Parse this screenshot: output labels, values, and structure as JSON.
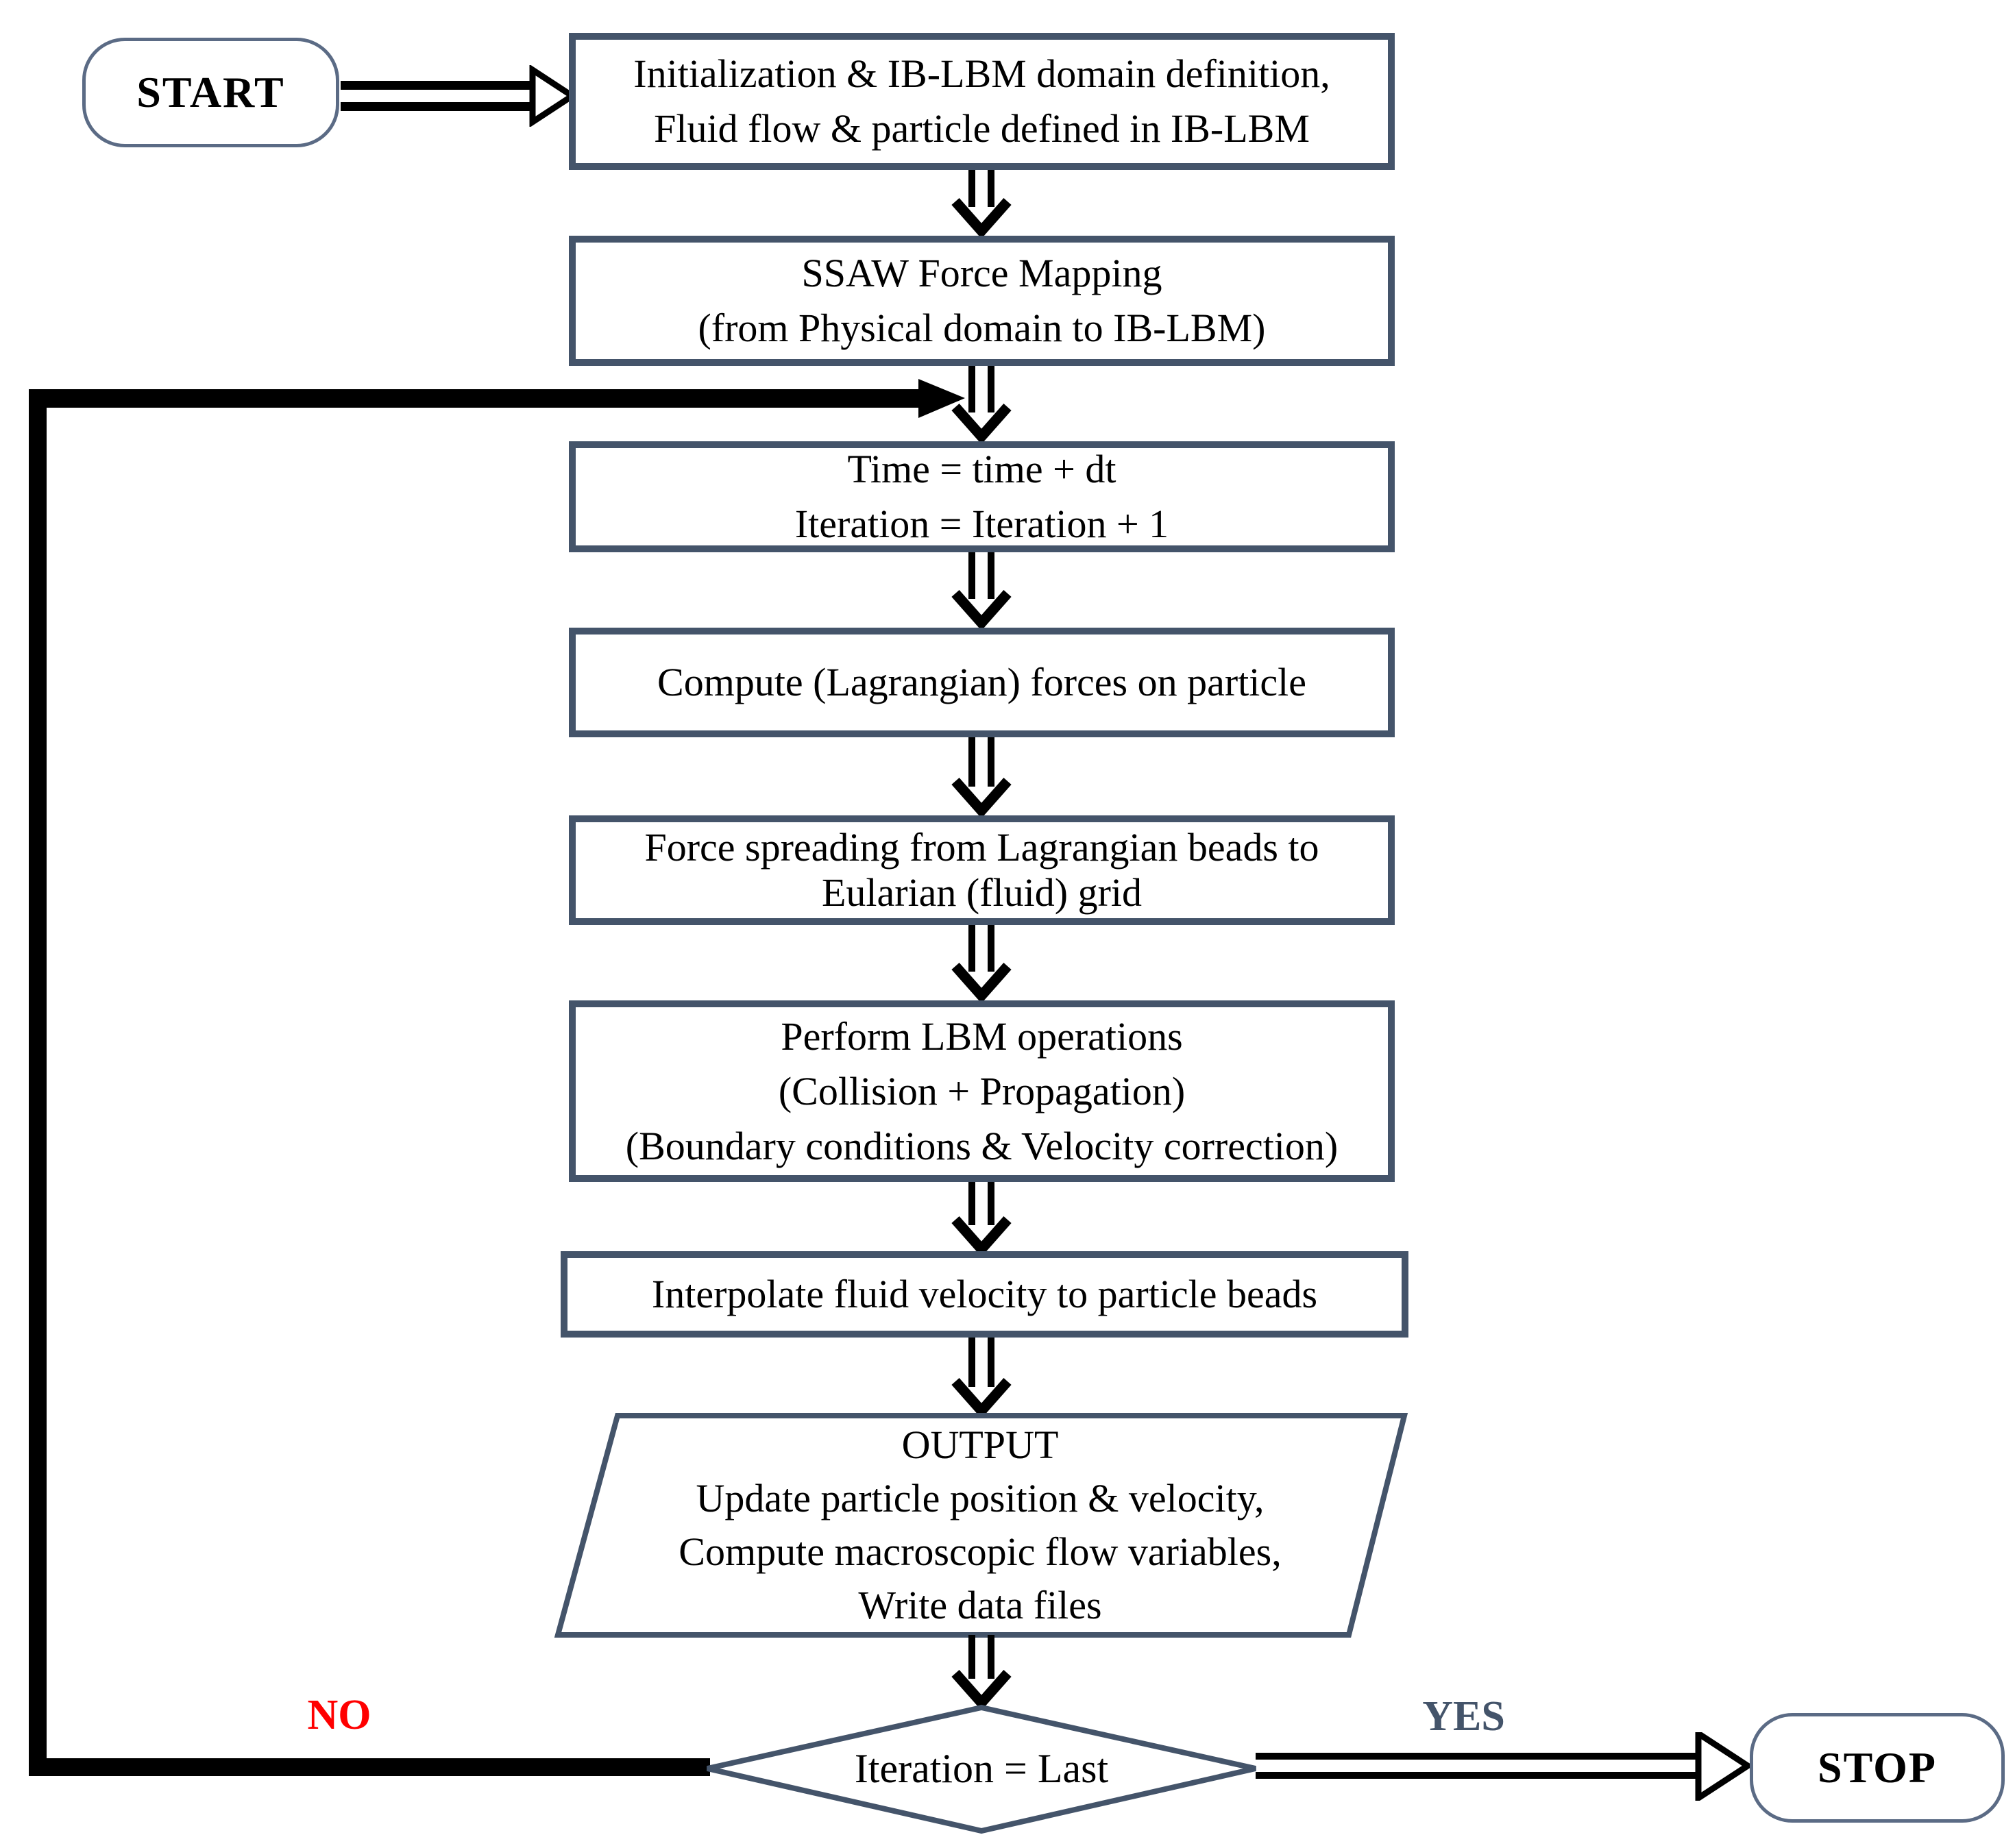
{
  "figure": {
    "type": "flowchart",
    "palette": {
      "shape_border": "#44546A",
      "terminator_border": "#5B6B85",
      "arrow_color": "#000000",
      "no_label_color": "#FF0000",
      "yes_label_color": "#44546A",
      "shape_fill": "#FFFFFF",
      "text_color": "#000000"
    },
    "nodes": {
      "start": {
        "shape": "terminator",
        "label": "START"
      },
      "init": {
        "shape": "process",
        "lines": [
          "Initialization & IB-LBM domain definition,",
          "Fluid flow & particle defined in IB-LBM"
        ]
      },
      "ssaw": {
        "shape": "process",
        "lines": [
          "SSAW Force Mapping",
          "(from Physical domain to IB-LBM)"
        ]
      },
      "time_update": {
        "shape": "process",
        "lines": [
          "Time = time + dt",
          "Iteration = Iteration + 1"
        ]
      },
      "compute_forces": {
        "shape": "process",
        "lines": [
          "Compute (Lagrangian) forces on particle"
        ]
      },
      "force_spreading": {
        "shape": "process",
        "lines": [
          "Force spreading from Lagrangian beads to",
          "Eularian (fluid) grid"
        ]
      },
      "lbm_operations": {
        "shape": "process",
        "lines": [
          "Perform LBM operations",
          "(Collision + Propagation)",
          "(Boundary conditions & Velocity correction)"
        ]
      },
      "interpolate": {
        "shape": "process",
        "lines": [
          "Interpolate fluid velocity to particle beads"
        ]
      },
      "output": {
        "shape": "data-parallelogram",
        "lines": [
          "OUTPUT",
          "Update particle position & velocity,",
          "Compute macroscopic flow variables,",
          "Write data files"
        ]
      },
      "decision": {
        "shape": "decision",
        "label": "Iteration = Last"
      },
      "stop": {
        "shape": "terminator",
        "label": "STOP"
      }
    },
    "edges": {
      "no_label": "NO",
      "yes_label": "YES"
    }
  }
}
